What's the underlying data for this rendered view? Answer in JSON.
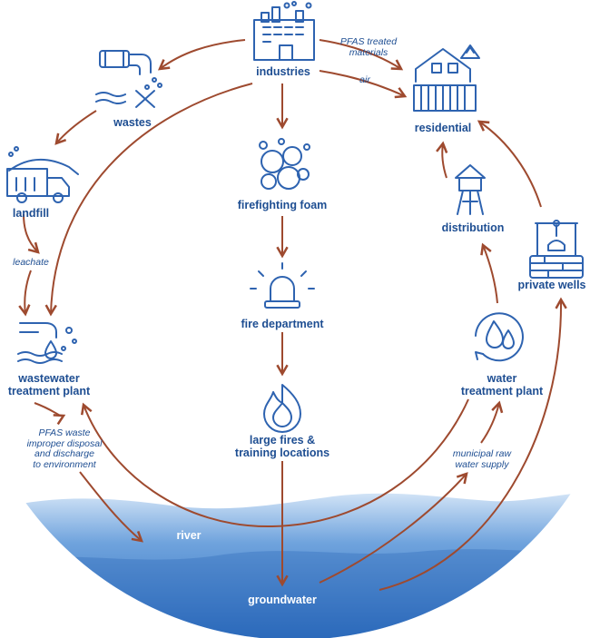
{
  "nodes": {
    "industries": "industries",
    "wastes": "wastes",
    "residential": "residential",
    "landfill": "landfill",
    "firefighting_foam": "firefighting foam",
    "fire_department": "fire department",
    "wastewater": [
      "wastewater",
      "treatment plant"
    ],
    "large_fires": [
      "large fires &",
      "training locations"
    ],
    "distribution": "distribution",
    "private_wells": "private wells",
    "water_treatment": [
      "water",
      "treatment plant"
    ]
  },
  "edge_labels": {
    "pfas_treated": [
      "PFAS treated",
      "materials"
    ],
    "air": "air",
    "leachate": "leachate",
    "pfas_waste": [
      "PFAS waste",
      "improper disposal",
      "and discharge",
      "to environment"
    ],
    "municipal": [
      "municipal raw",
      "water supply"
    ]
  },
  "water": {
    "river": "river",
    "groundwater": "groundwater"
  },
  "colors": {
    "icon_blue": "#2e63b0",
    "text_blue": "#1e4e92",
    "arrow_brown": "#9e4a2f",
    "water_dark": "#2f73c2",
    "water_light": "#dbe9f8"
  }
}
